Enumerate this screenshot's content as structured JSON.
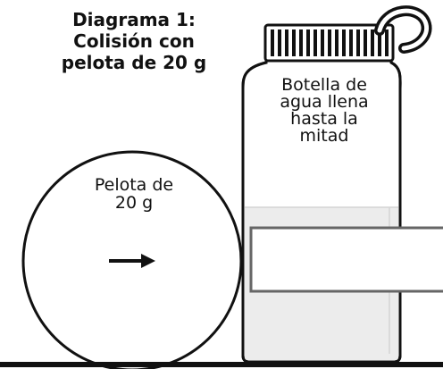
{
  "title": {
    "line1": "Diagrama 1:",
    "line2": "Colisión con",
    "line3": "pelota de 20 g"
  },
  "bottle": {
    "label_lines": [
      "Botella de",
      "agua llena",
      "hasta la",
      "mitad"
    ],
    "fill_level": 0.5
  },
  "ball": {
    "label_lines": [
      "Pelota de",
      "20 g"
    ],
    "arrow_direction": "right"
  },
  "answer_box": {
    "value": ""
  },
  "colors": {
    "outline": "#111111",
    "water": "#ececec",
    "box_border": "#666666"
  }
}
